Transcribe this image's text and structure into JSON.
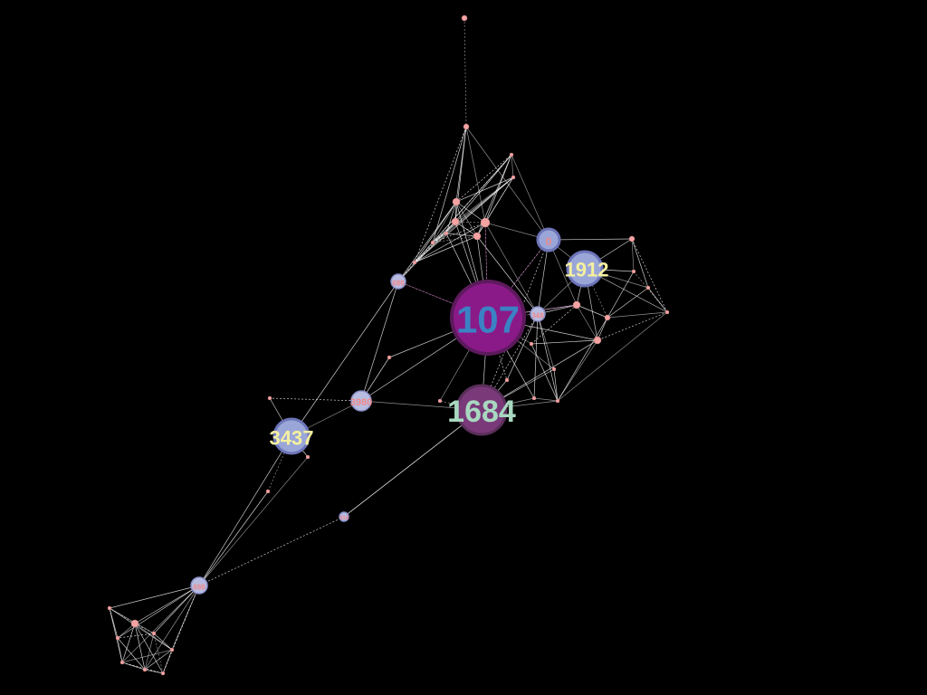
{
  "graph": {
    "background": "#000000",
    "edge_color": "#ffffff",
    "small_node_fill": "#f4a3a3",
    "hub_colors": {
      "n107": {
        "fill": "#8b1a89",
        "ring": "#5c1a5c",
        "label": "#3b82c4"
      },
      "n1684": {
        "fill": "#7a3a7a",
        "ring": "#5a2f5a",
        "label": "#a8d8c0"
      },
      "blue_hub": {
        "fill": "#9aa6d8",
        "ring": "#6c74b8",
        "label": "#f5f0a0"
      }
    },
    "labels": {
      "n107": "107",
      "n1684": "1684",
      "n1912": "1912",
      "n3437": "3437",
      "n0": "0",
      "n348": "348",
      "n686": "686",
      "n698": "698",
      "n414": "414",
      "n3980": "3980"
    },
    "visible_text": [
      "107",
      "1684",
      "1912",
      "3437",
      "0"
    ]
  }
}
